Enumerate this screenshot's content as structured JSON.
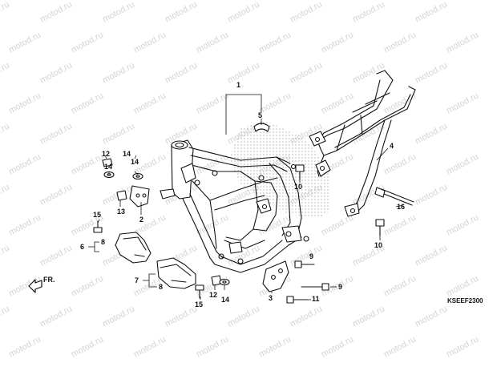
{
  "watermark_text": "motod.ru",
  "diagram_code": "KSEEF2300",
  "direction_label": "FR.",
  "colors": {
    "line": "#111111",
    "text": "#111111",
    "watermark": "#d4d4d4",
    "dot_pattern": "#9a9a9a"
  },
  "callouts": {
    "main_frame": "1",
    "engine_hanger_front": "2",
    "engine_hanger_rear": "3",
    "subframe": "4",
    "collar": "5",
    "guard_left": "6",
    "guard_right": "7",
    "clip_left": "8",
    "clip_right": "8",
    "bolt_hanger_upper": "9",
    "bolt_hanger_lower": "9",
    "bolt_subframe_upper": "10",
    "bolt_subframe_lower": "10",
    "bolt_hanger_rear": "11",
    "nut_upper": "12",
    "nut_lower": "12",
    "bolt_small": "13",
    "washer_upper": "14",
    "washer_mid": "14",
    "washer_lower": "14",
    "screw_upper": "15",
    "screw_lower": "15",
    "bolt_long": "16"
  }
}
